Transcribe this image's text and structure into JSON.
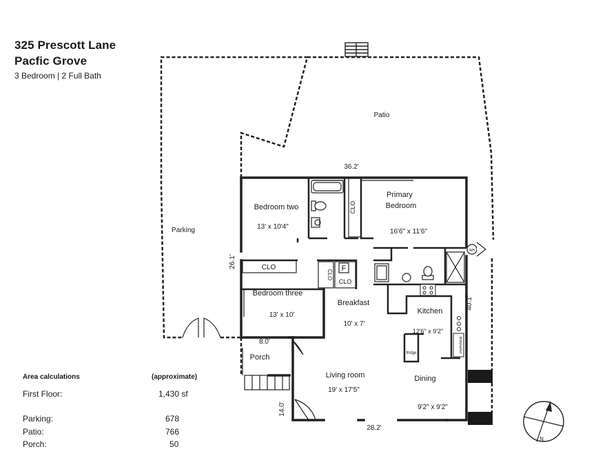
{
  "header": {
    "address_line1": "325 Prescott Lane",
    "address_line2": "Pacfic Grove",
    "summary": "3 Bedroom  | 2 Full Bath"
  },
  "area": {
    "heading": "Area calculations",
    "qualifier": "(approximate)",
    "rows": [
      {
        "label": "First Floor:",
        "value": "1,430 sf"
      },
      {
        "label": "Parking:",
        "value": "678"
      },
      {
        "label": "Patio:",
        "value": "766"
      },
      {
        "label": "Porch:",
        "value": "50"
      }
    ]
  },
  "rooms": {
    "patio": "Patio",
    "parking": "Parking",
    "bedroom_two": "Bedroom two",
    "bedroom_two_dim": "13' x 10'4\"",
    "primary_bedroom_line1": "Primary",
    "primary_bedroom_line2": "Bedroom",
    "primary_bedroom_dim": "16'6\" x 11'6\"",
    "bedroom_three": "Bedroom three",
    "bedroom_three_dim": "13' x 10'",
    "breakfast": "Breakfast",
    "breakfast_dim": "10' x 7'",
    "kitchen": "Kitchen",
    "kitchen_dim": "12'6\" x 9'2\"",
    "porch": "Porch",
    "living_room": "Living room",
    "living_room_dim": "19' x 17'5\"",
    "dining": "Dining",
    "dining_dim": "9'2\" x 9'2\""
  },
  "labels": {
    "clo": "CLO",
    "fridge": "fridge",
    "dishwasher": "dishwasher",
    "water_heater": "WH",
    "furnace": "F"
  },
  "dimensions": {
    "top": "36.2'",
    "left": "26.1'",
    "right": "40.1'",
    "bottom": "28.2'",
    "porch_width": "8.0'",
    "porch_depth": "14.0'"
  },
  "compass": {
    "north": "N"
  }
}
